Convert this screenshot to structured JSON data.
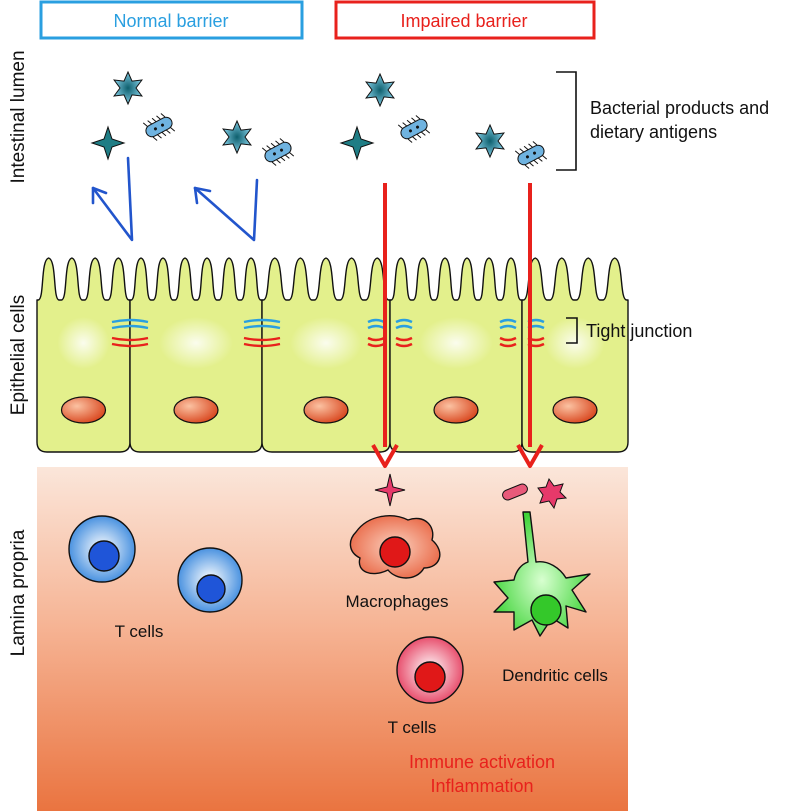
{
  "header": {
    "normal_label": "Normal barrier",
    "impaired_label": "Impaired barrier"
  },
  "regions": {
    "lumen": "Intestinal lumen",
    "epithelium": "Epithelial cells",
    "lamina": "Lamina propria"
  },
  "annotations": {
    "bacterial_line1": "Bacterial products and",
    "bacterial_line2": "dietary antigens",
    "tight_junction": "Tight junction"
  },
  "cells": {
    "t_cells_left": "T cells",
    "macrophages": "Macrophages",
    "dendritic": "Dendritic cells",
    "t_cells_right": "T cells"
  },
  "outcome": {
    "line1": "Immune activation",
    "line2": "Inflammation"
  },
  "colors": {
    "normal": "#2a9fe0",
    "impaired": "#e8211c",
    "epithelium": "#e2f08a",
    "lamina_top": "#fbe3d6",
    "lamina_bottom": "#ea7a47",
    "blue_arrow": "#2255cc"
  }
}
